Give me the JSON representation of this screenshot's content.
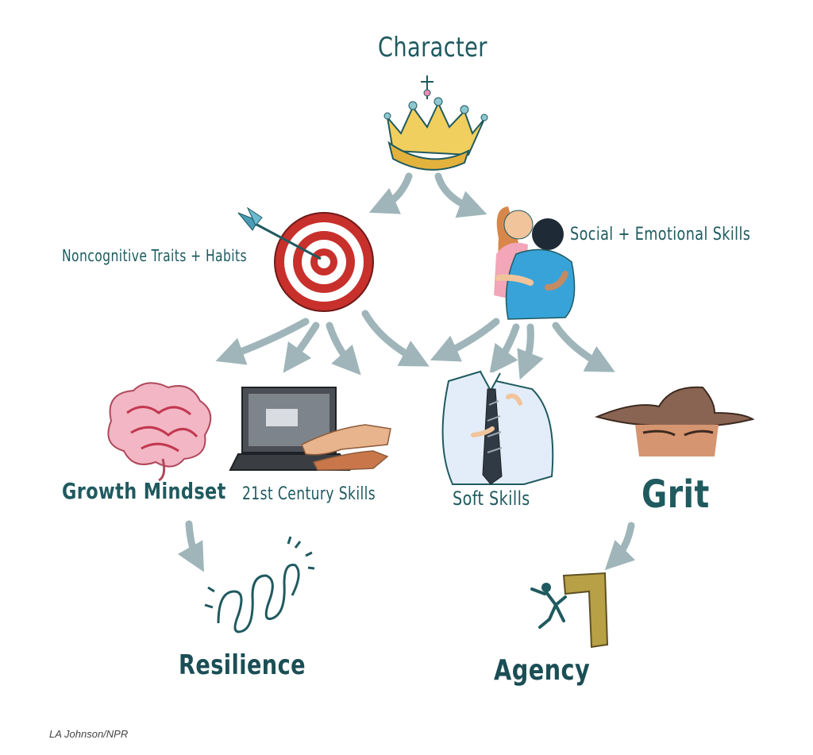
{
  "diagram": {
    "nodes": {
      "character": "Character",
      "noncognitive": "Noncognitive Traits + Habits",
      "social_emotional": "Social + Emotional Skills",
      "growth_mindset": "Growth Mindset",
      "century_skills": "21st Century Skills",
      "soft_skills": "Soft Skills",
      "grit": "Grit",
      "resilience": "Resilience",
      "agency": "Agency"
    },
    "icons": [
      "crown-icon",
      "target-icon",
      "hug-icon",
      "brain-icon",
      "laptop-icon",
      "shirt-tie-icon",
      "cowboy-icon",
      "spring-icon",
      "climber-icon"
    ],
    "colors": {
      "text": "#1f5a5f",
      "arrow": "#8fa9ad",
      "target_red": "#c8302c",
      "crown_gold": "#e8c14a"
    }
  },
  "credit": "LA Johnson/NPR"
}
